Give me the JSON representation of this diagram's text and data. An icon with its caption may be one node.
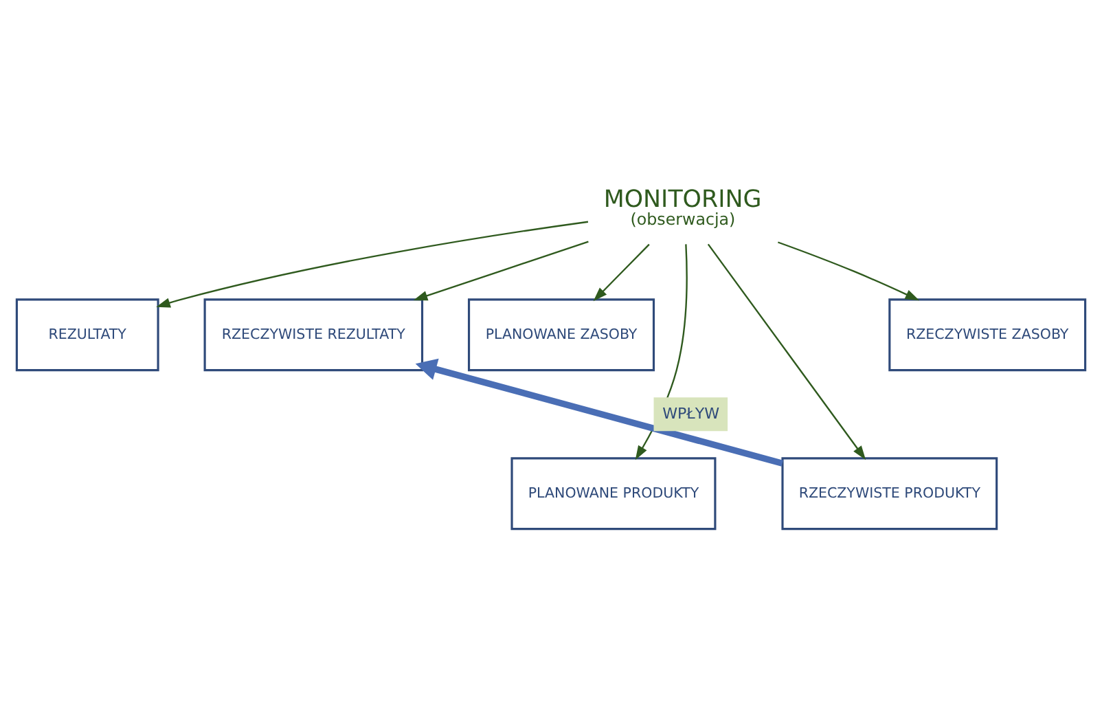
{
  "diagram": {
    "nodes": [
      {
        "text": [
          "MONITORING",
          "(obserwacja)"
        ]
      },
      {
        "text": [
          "REZULTATY"
        ]
      },
      {
        "text": [
          "RZECZYWISTE REZULTATY"
        ]
      },
      {
        "text": [
          "PLANOWANE ZASOBY"
        ]
      },
      {
        "text": [
          "RZECZYWISTE ZASOBY"
        ]
      },
      {
        "text": [
          "PLANOWANE PRODUKTY"
        ]
      },
      {
        "text": [
          "RZECZYWISTE PRODUKTY"
        ]
      }
    ],
    "edges": [
      {
        "from": 0,
        "to": 1,
        "arrow": "to"
      },
      {
        "from": 0,
        "to": 2,
        "arrow": "to"
      },
      {
        "from": 0,
        "to": 3,
        "arrow": "to"
      },
      {
        "from": 0,
        "to": 5,
        "arrow": "to"
      },
      {
        "from": 0,
        "to": 6,
        "arrow": "to"
      },
      {
        "from": 0,
        "to": 4,
        "arrow": "to"
      },
      {
        "from": 6,
        "to": 2,
        "arrow": "to",
        "label": "WPŁYW",
        "style": "thick",
        "color": "#4a6eb5"
      }
    ]
  }
}
